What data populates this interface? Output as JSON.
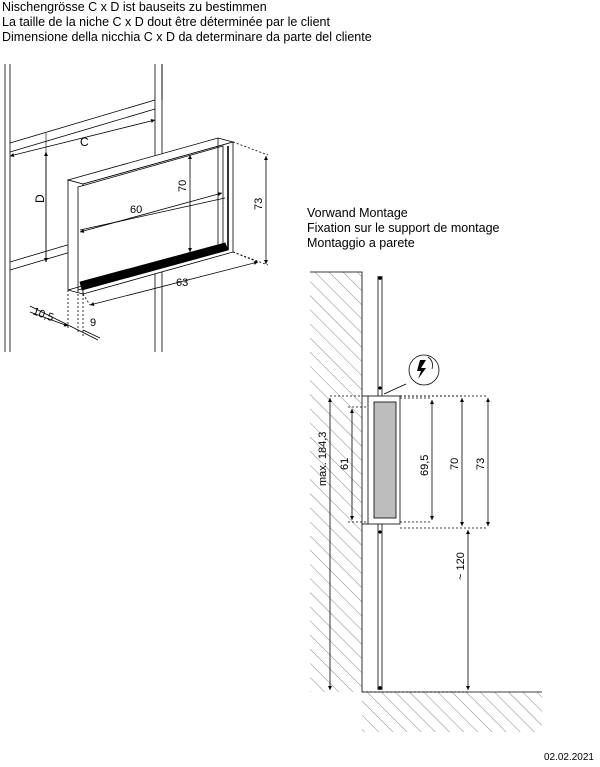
{
  "header": {
    "line_de": "Nischengrösse C x D ist bauseits zu bestimmen",
    "line_fr": "La taille de la niche C x D dout être déterminée par le client",
    "line_it": "Dimensione della nicchia C x D da determinare da parte del cliente"
  },
  "niche_view": {
    "label_c": "C",
    "label_d": "D",
    "dim_width_inner": "60",
    "dim_height_inner": "70",
    "dim_height_outer": "73",
    "dim_depth": "63",
    "dim_frame_left": "10,5",
    "dim_frame_right": "9"
  },
  "wall_mount": {
    "title_de": "Vorwand Montage",
    "title_fr": "Fixation sur le support de montage",
    "title_it": "Montaggio a parete",
    "dim_max_height": "max. 184,3",
    "dim_61": "61",
    "dim_69_5": "69,5",
    "dim_70": "70",
    "dim_73": "73",
    "dim_floor": "~ 120"
  },
  "footer": {
    "date": "02.02.2021"
  }
}
